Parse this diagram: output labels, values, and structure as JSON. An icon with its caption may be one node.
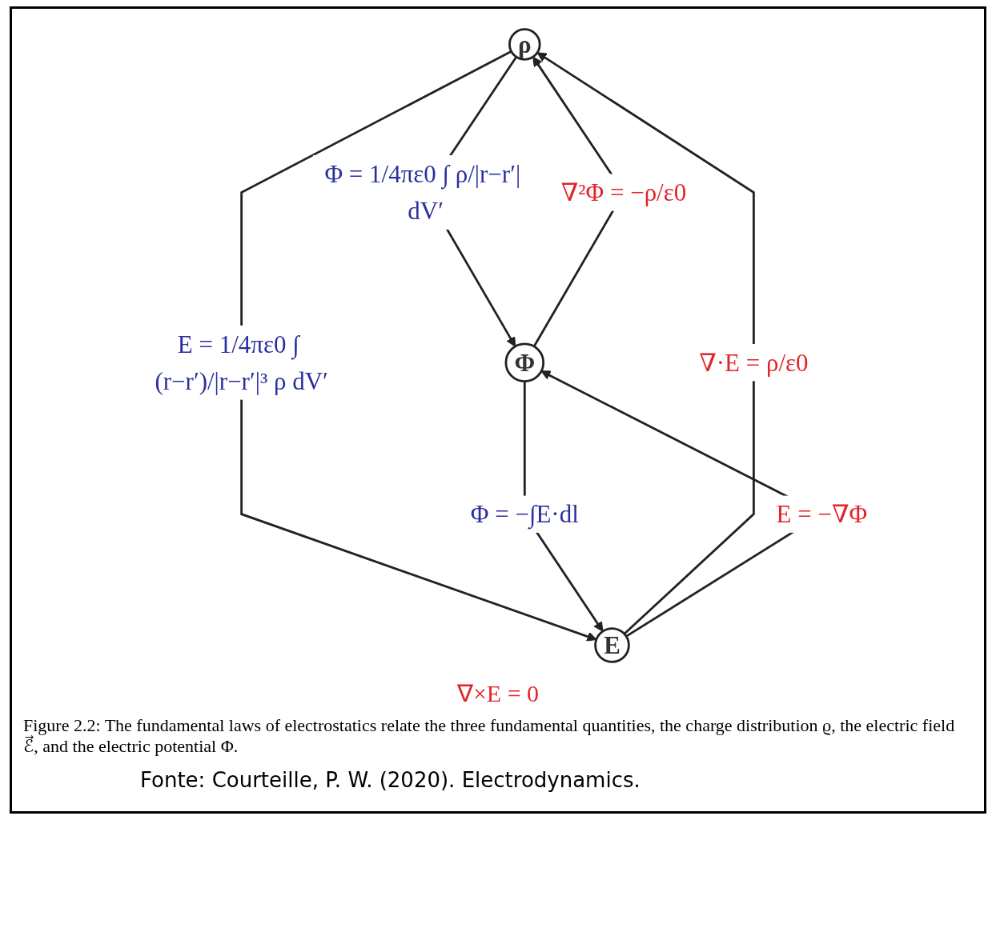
{
  "diagram": {
    "caption": "Figure 2.2: The fundamental laws of electrostatics relate the three fundamental quantities, the charge distribution ϱ, the electric field ℰ⃗, and the electric potential Φ.",
    "nodes": [
      {
        "text": [
          "ρ"
        ]
      },
      {
        "text": [
          "Φ"
        ]
      },
      {
        "text": [
          "E"
        ]
      }
    ],
    "edges": [
      {
        "from": 0,
        "to": 1,
        "arrow": "to",
        "label": "Φ = 1/4πε0 ∫ ρ/|r−r′| dV′"
      },
      {
        "from": 1,
        "to": 0,
        "arrow": "to",
        "label": "∇²Φ = −ρ/ε0"
      },
      {
        "from": 2,
        "to": 0,
        "arrow": "to",
        "label": "∇·E = ρ/ε0"
      },
      {
        "from": 0,
        "to": 2,
        "arrow": "to",
        "label": "E = 1/4πε0 ∫ (r−r′)/|r−r′|³ ρ dV′"
      },
      {
        "from": 2,
        "to": 1,
        "arrow": "to",
        "label": "E = −∇Φ"
      },
      {
        "from": 1,
        "to": 2,
        "arrow": "to",
        "label": "Φ = −∫E·dl"
      }
    ],
    "labels": [
      "∇×E = 0",
      "Fonte: Courteille, P. W. (2020). Electrodynamics."
    ]
  }
}
